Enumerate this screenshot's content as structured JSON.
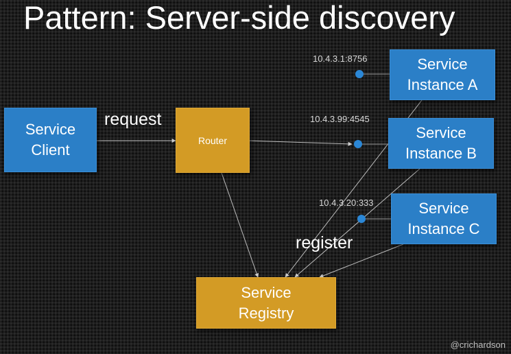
{
  "title": "Pattern: Server-side discovery",
  "nodes": {
    "service_client": {
      "line1": "Service",
      "line2": "Client"
    },
    "router": {
      "label": "Router"
    },
    "service_registry": {
      "line1": "Service",
      "line2": "Registry"
    },
    "instance_a": {
      "line1": "Service",
      "line2": "Instance A",
      "address": "10.4.3.1:8756"
    },
    "instance_b": {
      "line1": "Service",
      "line2": "Instance B",
      "address": "10.4.3.99:4545"
    },
    "instance_c": {
      "line1": "Service",
      "line2": "Instance C",
      "address": "10.4.3.20:333"
    }
  },
  "edge_labels": {
    "request": "request",
    "register": "register"
  },
  "colors": {
    "service_box": "#2b7fc7",
    "router_registry_box": "#d39b25",
    "endpoint_dot": "#2b87d6",
    "arrow": "#c8c8c8"
  },
  "watermark": "@crichardson"
}
